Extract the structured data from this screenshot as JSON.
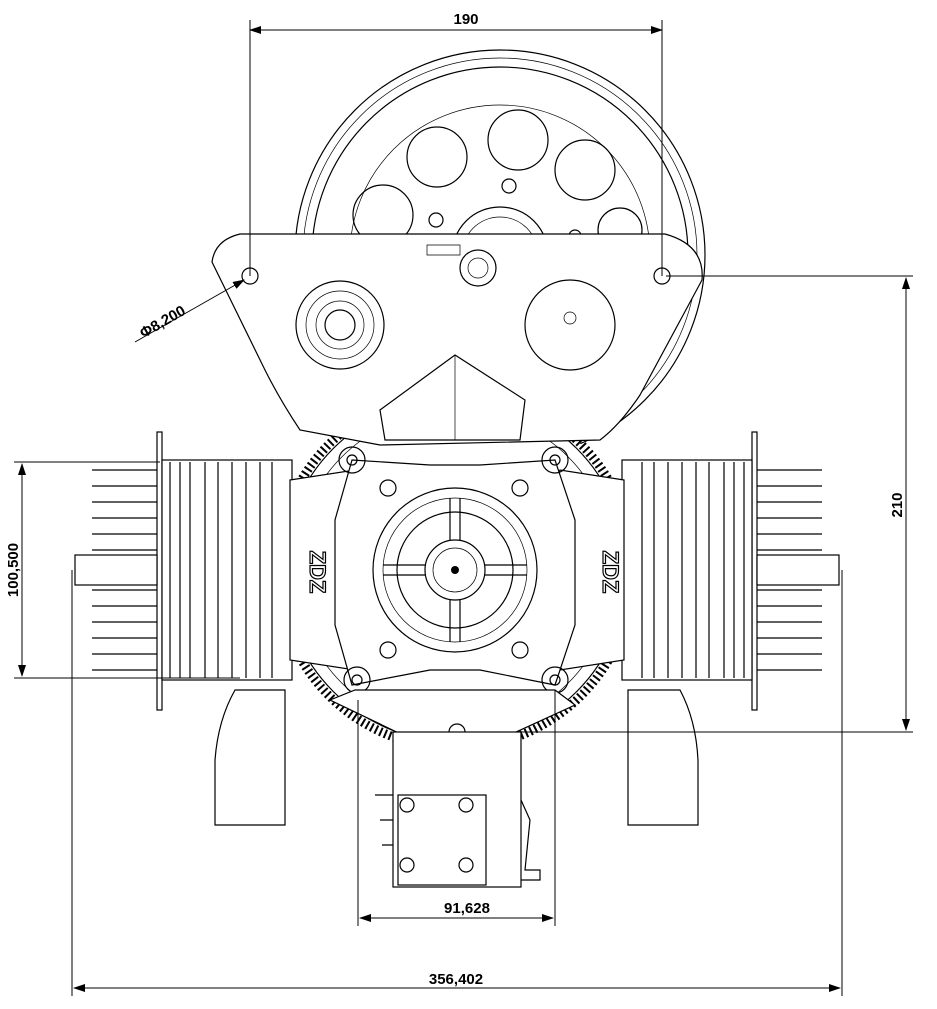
{
  "dimensions": {
    "top_width": "190",
    "hole_diameter": "Φ8,200",
    "right_height": "210",
    "left_height": "100,500",
    "carb_width": "91,628",
    "overall_width": "356,402"
  },
  "logo": {
    "left": "ZDZ",
    "right": "ZDZ"
  }
}
